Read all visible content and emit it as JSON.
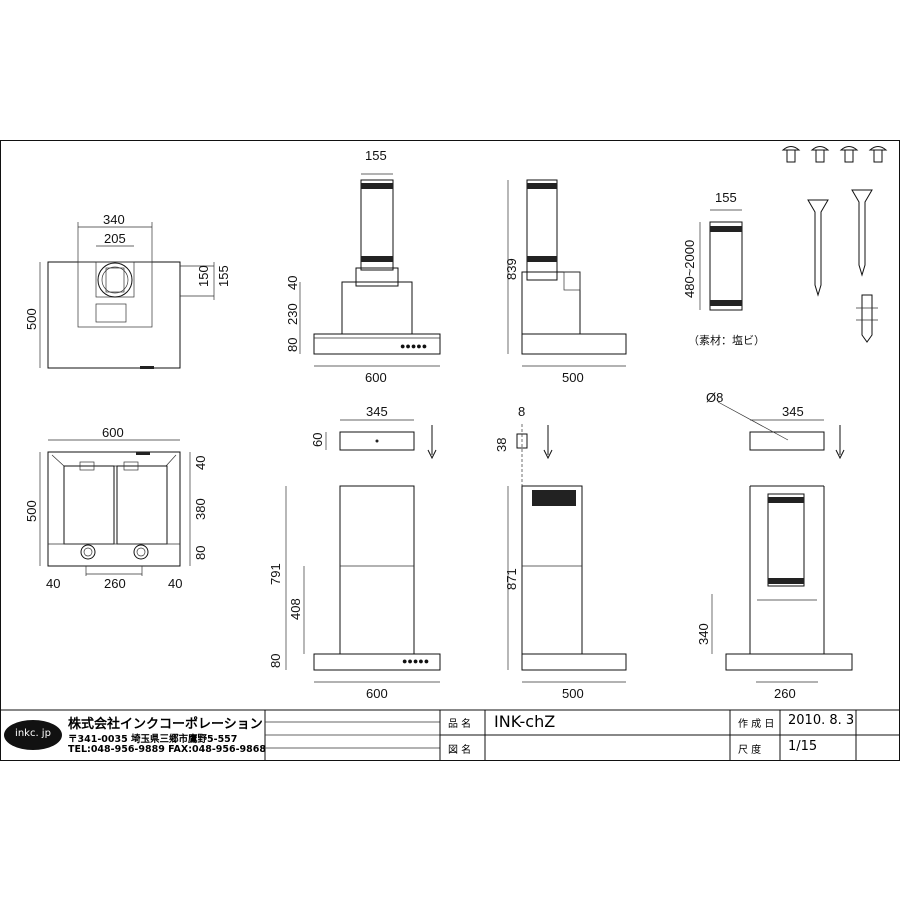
{
  "dimensions": {
    "top_view": {
      "w340": "340",
      "w205": "205",
      "h150": "150",
      "h155": "155",
      "h500": "500"
    },
    "filter_view": {
      "w600": "600",
      "h500": "500",
      "h40": "40",
      "h380": "380",
      "h80": "80",
      "w40a": "40",
      "w260": "260",
      "w40b": "40"
    },
    "front_view": {
      "w155": "155",
      "h40": "40",
      "h230": "230",
      "h80": "80",
      "w600": "600"
    },
    "side_view": {
      "h839": "839",
      "w500": "500"
    },
    "duct": {
      "w155": "155",
      "h_range": "480~2000",
      "material": "（素材：塩ビ）"
    },
    "front_long": {
      "w345": "345",
      "h60": "60",
      "h791": "791",
      "h408": "408",
      "h80": "80",
      "w600": "600"
    },
    "side_long": {
      "w8": "8",
      "h38": "38",
      "h871": "871",
      "w500": "500"
    },
    "install": {
      "dia": "Ø8",
      "w345": "345",
      "h340": "340",
      "w260": "260"
    }
  },
  "title_block": {
    "logo": "inkc. jp",
    "company": "株式会社インクコーポレーション",
    "address": "〒341-0035 埼玉県三郷市鷹野5-557",
    "tel": "TEL:048-956-9889  FAX:048-956-9868",
    "label_product": "品 名",
    "product": "INK-chZ",
    "label_drawing": "図 名",
    "drawing": "",
    "label_date": "作 成 日",
    "date": "2010. 8. 3",
    "label_scale": "尺 度",
    "scale": "1/15"
  },
  "colors": {
    "line": "#111111",
    "background": "#ffffff"
  }
}
